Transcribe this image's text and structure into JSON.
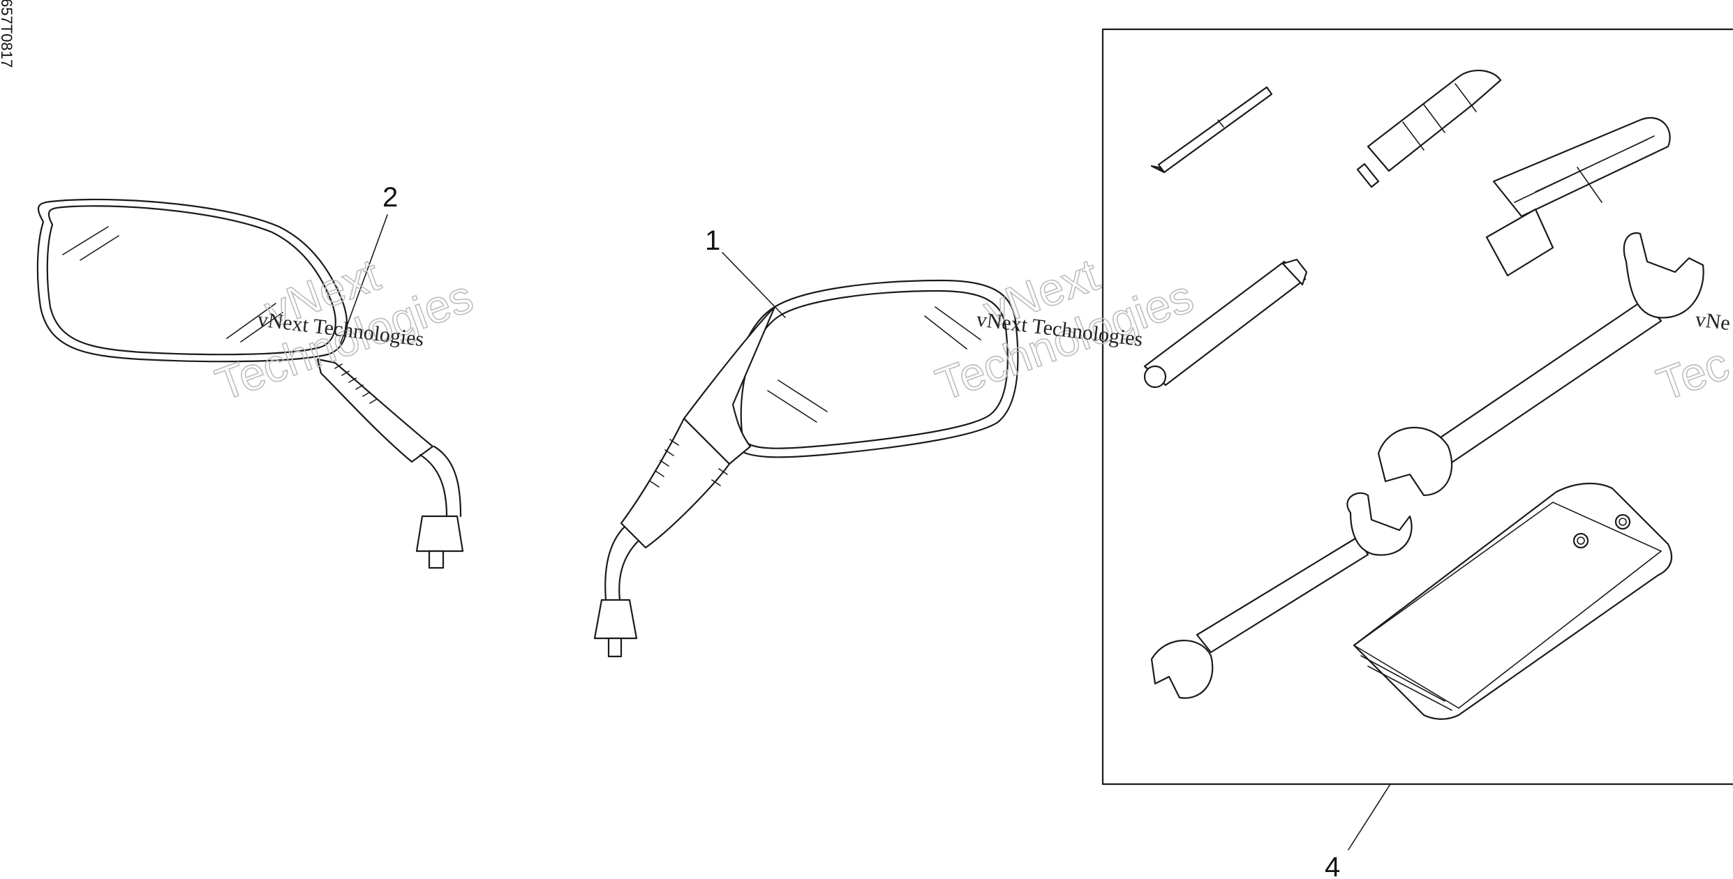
{
  "drawing": {
    "reference_code": "657T0817",
    "callouts": [
      {
        "number": "1"
      },
      {
        "number": "2"
      },
      {
        "number": "4"
      }
    ]
  },
  "watermark": {
    "small_text": "vNext Technologies",
    "big_line1": "vNext",
    "big_line2": "Technologies",
    "partial_small": "vNe",
    "partial_big": "Tec"
  }
}
